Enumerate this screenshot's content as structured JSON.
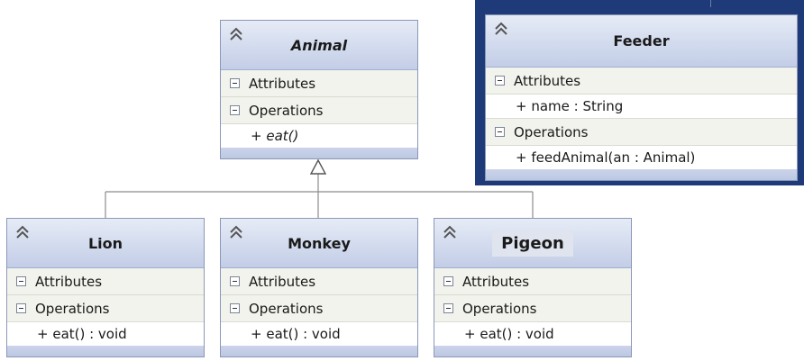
{
  "diagram": {
    "section_labels": {
      "attributes": "Attributes",
      "operations": "Operations"
    },
    "classes": {
      "animal": {
        "name": "Animal",
        "abstract": true,
        "attributes": [],
        "operations": [
          "+ eat()"
        ]
      },
      "feeder": {
        "name": "Feeder",
        "attributes": [
          "+ name : String"
        ],
        "operations": [
          "+ feedAnimal(an : Animal)"
        ]
      },
      "lion": {
        "name": "Lion",
        "attributes": [],
        "operations": [
          "+ eat() : void"
        ]
      },
      "monkey": {
        "name": "Monkey",
        "attributes": [],
        "operations": [
          "+ eat() : void"
        ]
      },
      "pigeon": {
        "name": "Pigeon",
        "attributes": [],
        "operations": [
          "+ eat() : void"
        ]
      }
    },
    "relationships": [
      {
        "type": "generalization",
        "from": "Lion",
        "to": "Animal"
      },
      {
        "type": "generalization",
        "from": "Monkey",
        "to": "Animal"
      },
      {
        "type": "generalization",
        "from": "Pigeon",
        "to": "Animal"
      }
    ],
    "colors": {
      "header_fill": "#d2dbee",
      "border": "#8a98b8",
      "section_fill": "#f1f3ec",
      "frame": "#1f3a78"
    },
    "icons": {
      "collapse": "double-chevron-up-icon",
      "section_toggle": "minus-box-icon"
    }
  }
}
